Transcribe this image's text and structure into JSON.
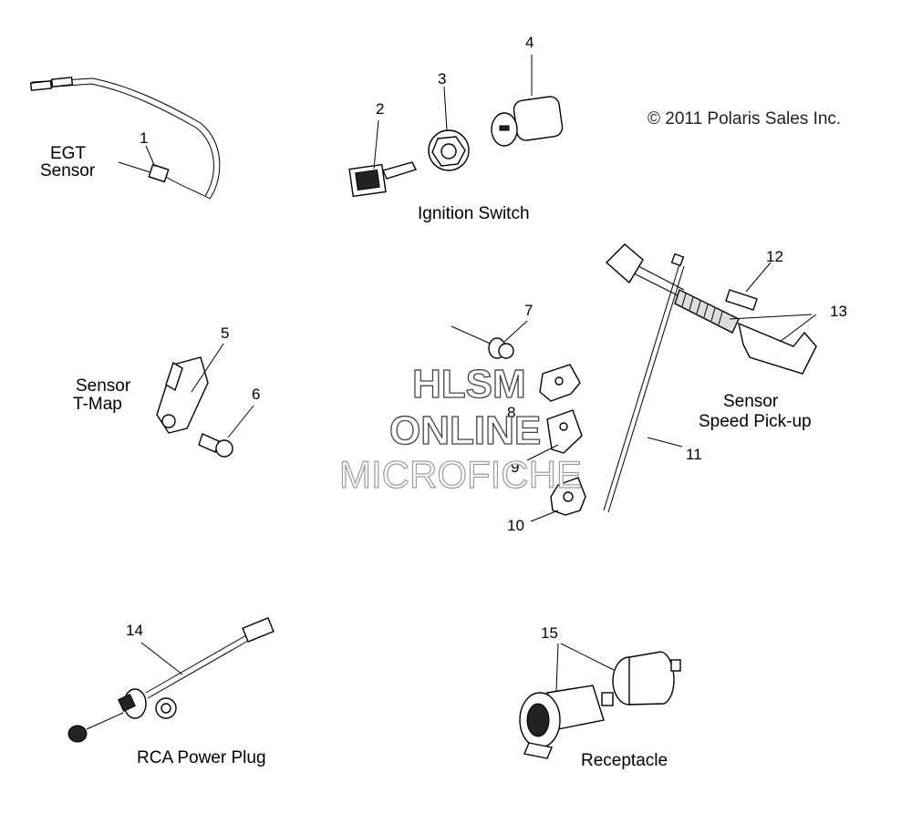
{
  "copyright": "© 2011 Polaris Sales Inc.",
  "watermark": [
    "HLSM",
    "ONLINE",
    "MICROFICHE"
  ],
  "captions": {
    "egt": [
      "EGT",
      "Sensor"
    ],
    "ignition": "Ignition Switch",
    "tmap": [
      "Sensor",
      "T-Map"
    ],
    "speed": [
      "Sensor",
      "Speed Pick-up"
    ],
    "rca": "RCA Power Plug",
    "receptacle": "Receptacle"
  },
  "callouts": [
    "1",
    "2",
    "3",
    "4",
    "5",
    "6",
    "7",
    "8",
    "9",
    "10",
    "11",
    "12",
    "13",
    "14",
    "15"
  ]
}
